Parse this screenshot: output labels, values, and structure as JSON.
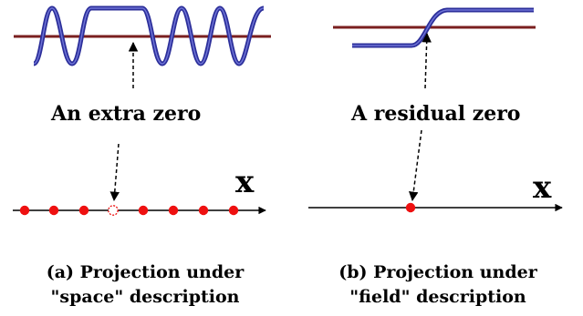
{
  "panel_a": {
    "annotation": "An extra zero",
    "axis_label": "x",
    "caption_line1": "(a) Projection under",
    "caption_line2": "\"space\" description"
  },
  "panel_b": {
    "annotation": "A residual zero",
    "axis_label": "x",
    "caption_line1": "(b) Projection under",
    "caption_line2": "\"field\" description"
  },
  "colors": {
    "wave": "#2c2f9a",
    "wave_highlight": "#6e73d6",
    "baseline": "#7a1f1f",
    "dot": "#ee1010",
    "axis": "#000000"
  }
}
